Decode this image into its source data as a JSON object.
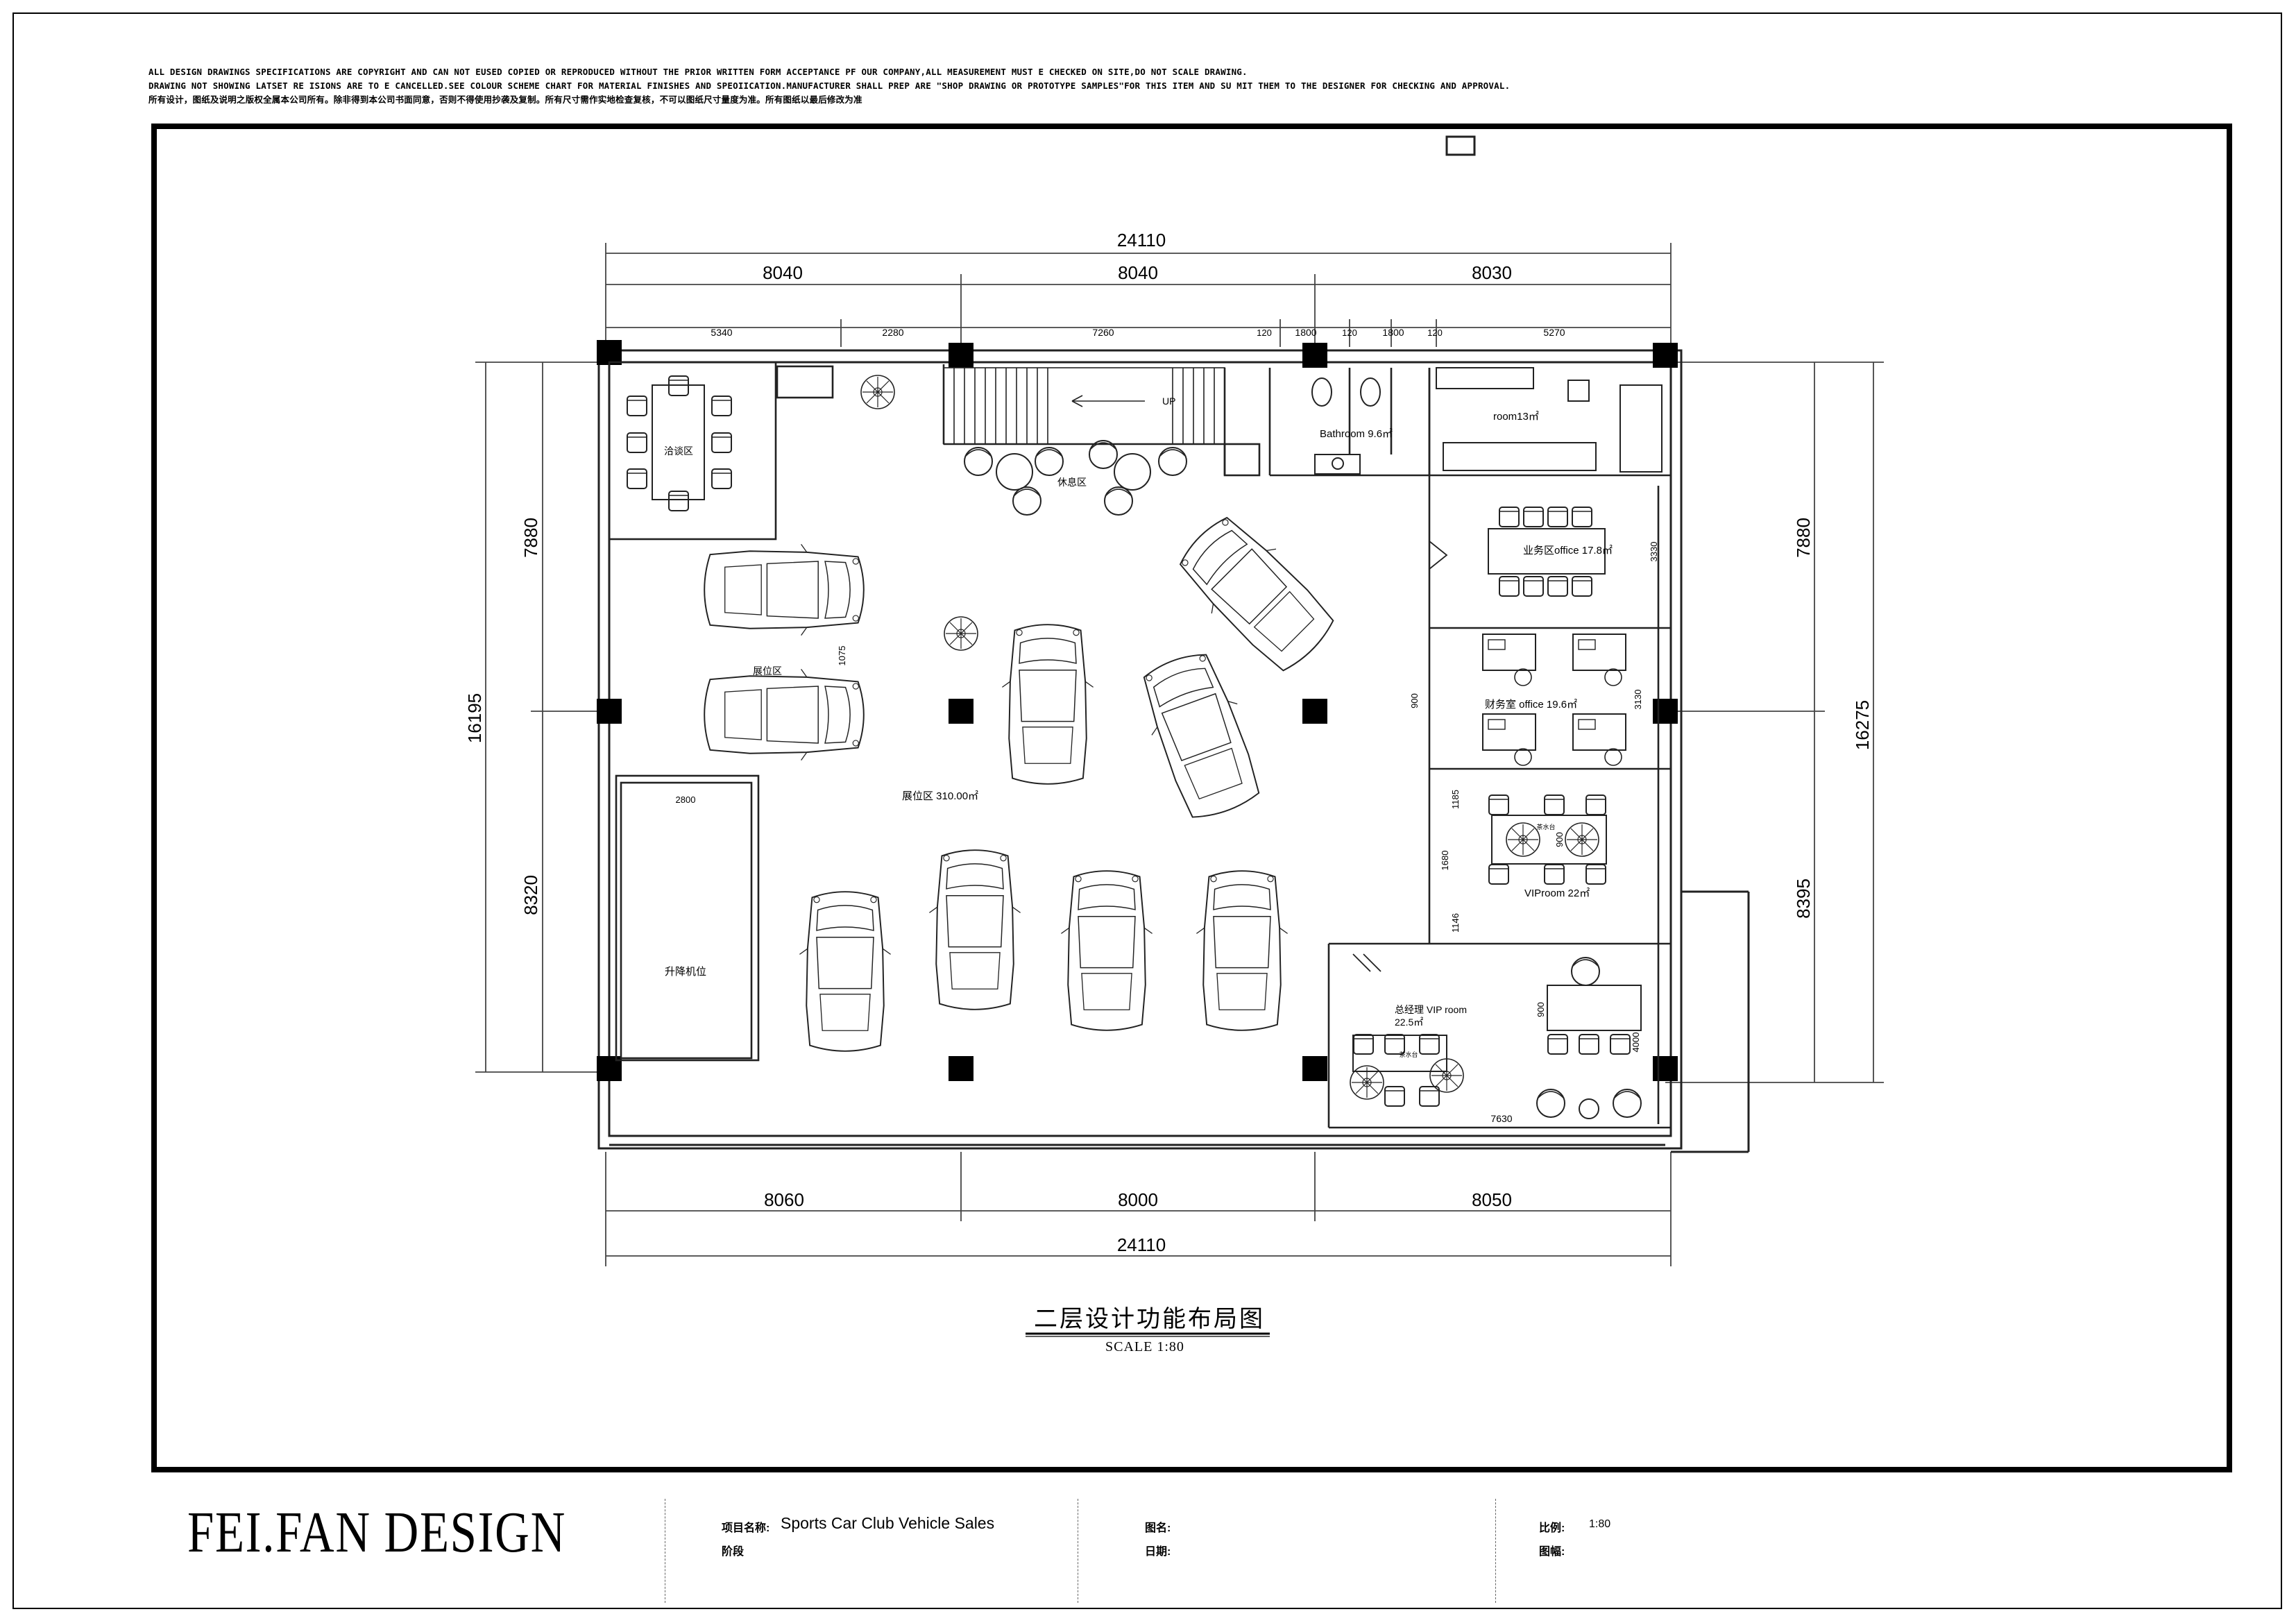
{
  "notes": {
    "line1": "ALL DESIGN DRAWINGS SPECIFICATIONS ARE COPYRIGHT AND CAN NOT EUSED COPIED OR REPRODUCED WITHOUT THE PRIOR WRITTEN FORM ACCEPTANCE PF OUR COMPANY,ALL MEASUREMENT MUST E CHECKED ON SITE,DO NOT SCALE DRAWING.",
    "line2": "DRAWING NOT SHOWING LATSET RE ISIONS ARE TO E CANCELLED.SEE COLOUR SCHEME CHART FOR MATERIAL FINISHES AND SPEOIICATION.MANUFACTURER SHALL PREP ARE \"SHOP DRAWING OR PROTOTYPE SAMPLES\"FOR THIS ITEM AND SU MIT THEM TO THE DESIGNER FOR CHECKING AND APPROVAL.",
    "line3": "所有设计，图纸及说明之版权全属本公司所有。除非得到本公司书面同意，否则不得使用抄袭及复制。所有尺寸需作实地检查复核，不可以图纸尺寸量度为准。所有图纸以最后修改为准"
  },
  "dimensions": {
    "top_total": "24110",
    "top_bays": [
      "8040",
      "8040",
      "8030"
    ],
    "top_detail": [
      "5340",
      "2280",
      "7260",
      "120",
      "1800",
      "120",
      "1800",
      "120",
      "5270"
    ],
    "bottom_bays": [
      "8060",
      "8000",
      "8050"
    ],
    "bottom_total": "24110",
    "left_total": "16195",
    "left_parts": [
      "7880",
      "8320"
    ],
    "right_total": "16275",
    "right_parts": [
      "7880",
      "8395"
    ],
    "inner": [
      "1075",
      "2800",
      "900",
      "3330",
      "3130",
      "1185",
      "1680",
      "1146",
      "900",
      "4000",
      "7630",
      "900"
    ]
  },
  "rooms": {
    "negotiation": "洽谈区",
    "lounge": "休息区",
    "up": "UP",
    "bathroom": "Bathroom 9.6㎡",
    "room": "room13㎡",
    "business_office": "业务区office 17.8㎡",
    "finance_office": "财务室 office 19.6㎡",
    "vip_room": "VIProom 22㎡",
    "gm_vip_room_1": "总经理 VIP room",
    "gm_vip_room_2": "22.5㎡",
    "display": "展位区",
    "display_main": "展位区 310.00㎡",
    "lift": "升降机位",
    "tea_1": "茶水台",
    "tea_2": "茶水台"
  },
  "plan_title": "二层设计功能布局图",
  "plan_scale": "SCALE 1:80",
  "title_block": {
    "firm": "FEI.FAN DESIGN",
    "project_label": "项目名称:",
    "project_value": "Sports Car Club Vehicle Sales",
    "stage_label": "阶段",
    "drawing_label": "图名:",
    "date_label": "日期:",
    "scale_label": "比例:",
    "scale_value": "1:80",
    "sheet_label": "图幅:"
  },
  "colors": {
    "ink": "#000000",
    "line": "#222222",
    "dim": "#444444"
  }
}
